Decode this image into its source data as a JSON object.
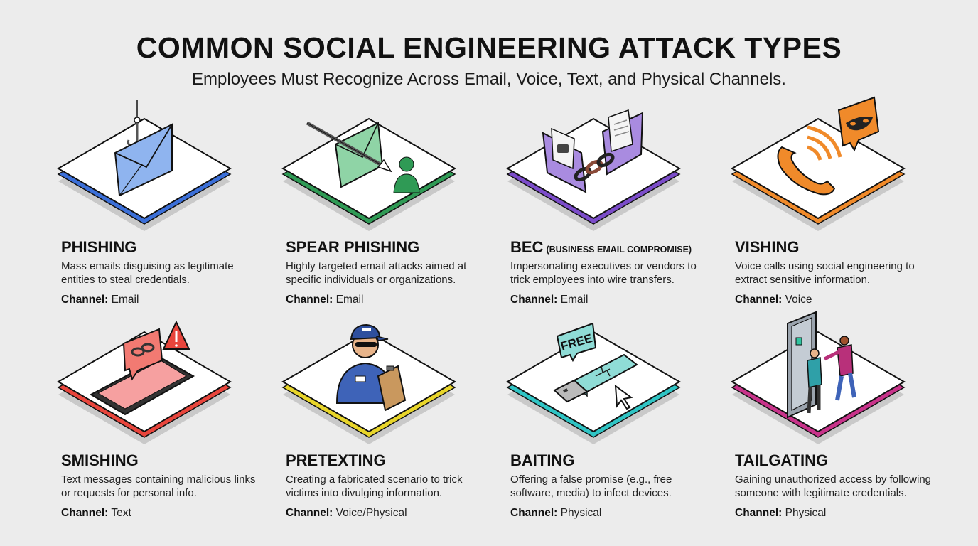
{
  "header": {
    "title": "COMMON SOCIAL ENGINEERING ATTACK TYPES",
    "subtitle": "Employees Must Recognize Across Email, Voice, Text, and Physical Channels."
  },
  "channel_label": "Channel:",
  "attacks": [
    {
      "name": "PHISHING",
      "sub": "",
      "desc": "Mass emails disguising as legitimate entities to steal credentials.",
      "channel": "Email",
      "color": "#3b6fd8",
      "icon": "hooked-envelope-icon"
    },
    {
      "name": "SPEAR PHISHING",
      "sub": "",
      "desc": "Highly targeted email attacks aimed at specific individuals or organizations.",
      "channel": "Email",
      "color": "#2f9a55",
      "icon": "targeted-envelope-icon"
    },
    {
      "name": "BEC",
      "sub": "(BUSINESS EMAIL COMPROMISE)",
      "desc": "Impersonating executives or vendors to trick employees into wire transfers.",
      "channel": "Email",
      "color": "#7b4cc9",
      "icon": "chained-envelopes-icon"
    },
    {
      "name": "VISHING",
      "sub": "",
      "desc": "Voice calls using social engineering to extract sensitive information.",
      "channel": "Voice",
      "color": "#f08a2a",
      "icon": "phone-mask-icon"
    },
    {
      "name": "SMISHING",
      "sub": "",
      "desc": "Text messages containing malicious links or requests for personal info.",
      "channel": "Text",
      "color": "#e8453c",
      "icon": "smartphone-warning-icon"
    },
    {
      "name": "PRETEXTING",
      "sub": "",
      "desc": "Creating a fabricated scenario to trick victims into divulging information.",
      "channel": "Voice/Physical",
      "color": "#e8d52a",
      "icon": "impostor-worker-icon"
    },
    {
      "name": "BAITING",
      "sub": "",
      "desc": "Offering a false promise (e.g., free software, media) to infect devices.",
      "channel": "Physical",
      "color": "#2fc4c4",
      "icon": "free-usb-icon",
      "badge": "FREE"
    },
    {
      "name": "TAILGATING",
      "sub": "",
      "desc": "Gaining unauthorized access by following someone with legitimate credentials.",
      "channel": "Physical",
      "color": "#c8338a",
      "icon": "door-follower-icon"
    }
  ]
}
